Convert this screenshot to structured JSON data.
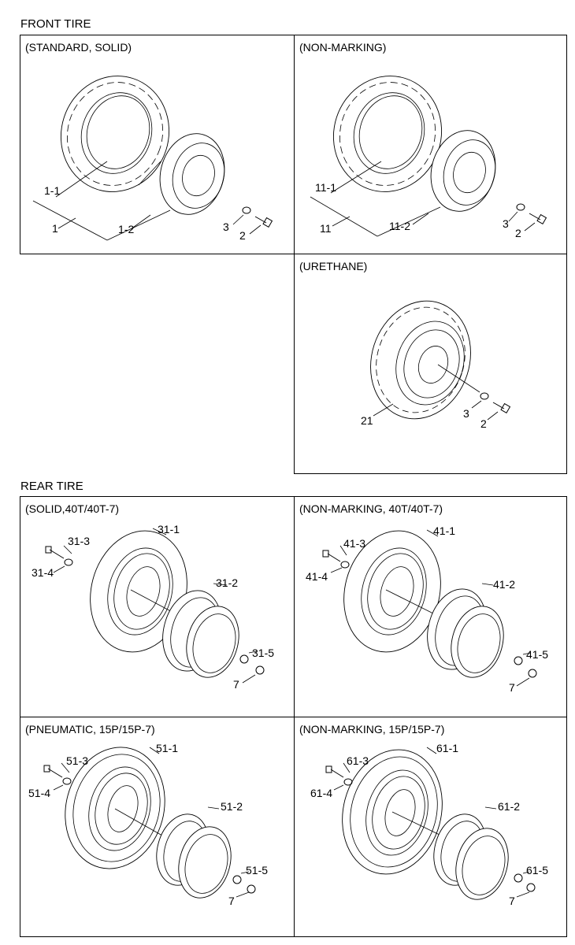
{
  "front_tire": {
    "title": "FRONT TIRE",
    "panels": [
      {
        "title": "(STANDARD, SOLID)",
        "labels": [
          "1-1",
          "1",
          "1-2",
          "3",
          "2"
        ]
      },
      {
        "title": "(NON-MARKING)",
        "labels": [
          "11-1",
          "11",
          "11-2",
          "3",
          "2"
        ]
      },
      {
        "title": "(URETHANE)",
        "labels": [
          "21",
          "3",
          "2"
        ]
      }
    ]
  },
  "rear_tire": {
    "title": "REAR TIRE",
    "panels": [
      {
        "title": "(SOLID,40T/40T-7)",
        "labels": [
          "31-1",
          "31-3",
          "31-4",
          "31-2",
          "31-5",
          "7"
        ]
      },
      {
        "title": "(NON-MARKING, 40T/40T-7)",
        "labels": [
          "41-1",
          "41-3",
          "41-4",
          "41-2",
          "41-5",
          "7"
        ]
      },
      {
        "title": "(PNEUMATIC, 15P/15P-7)",
        "labels": [
          "51-1",
          "51-3",
          "51-4",
          "51-2",
          "51-5",
          "7"
        ]
      },
      {
        "title": "(NON-MARKING, 15P/15P-7)",
        "labels": [
          "61-1",
          "61-3",
          "61-4",
          "61-2",
          "61-5",
          "7"
        ]
      }
    ]
  }
}
